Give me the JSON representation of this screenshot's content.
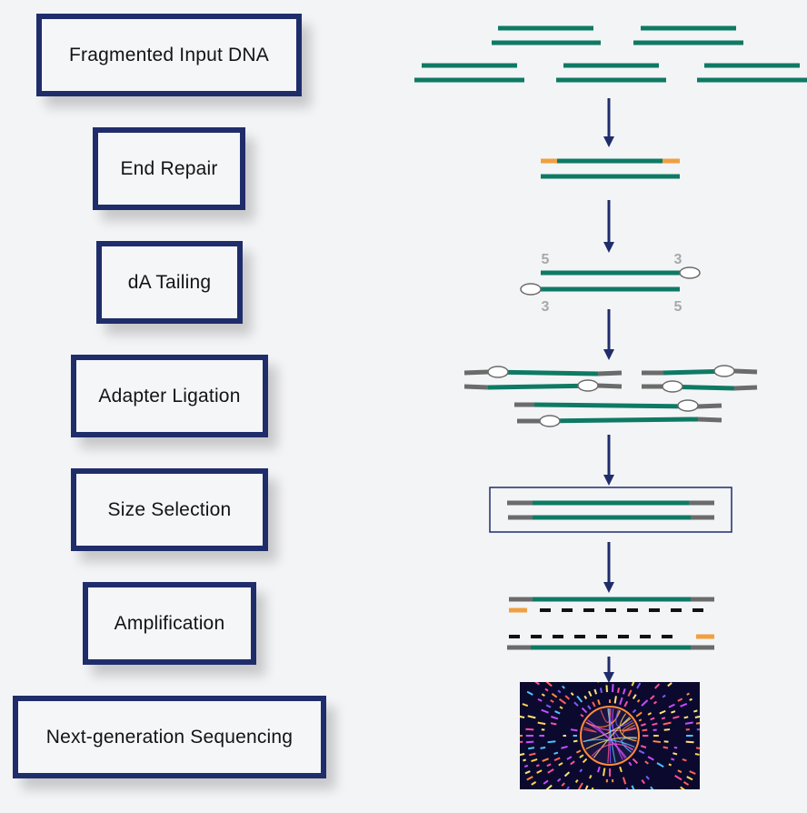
{
  "steps": [
    {
      "label": "Fragmented Input DNA"
    },
    {
      "label": "End Repair"
    },
    {
      "label": "dA Tailing"
    },
    {
      "label": "Adapter Ligation"
    },
    {
      "label": "Size Selection"
    },
    {
      "label": "Amplification"
    },
    {
      "label": "Next-generation Sequencing"
    }
  ],
  "strand_end_labels": {
    "top_left": "5",
    "top_right": "3",
    "bottom_left": "3",
    "bottom_right": "5"
  },
  "colors": {
    "box_border": "#1f2d6b",
    "arrow": "#1f2d6b",
    "dna_strand": "#0e7a64",
    "overhang": "#f0a040",
    "adapter": "#6b6b6b",
    "primer": "#111111",
    "end_label": "#a8a8a8",
    "sequencing_bg": "#0b0a2e"
  }
}
